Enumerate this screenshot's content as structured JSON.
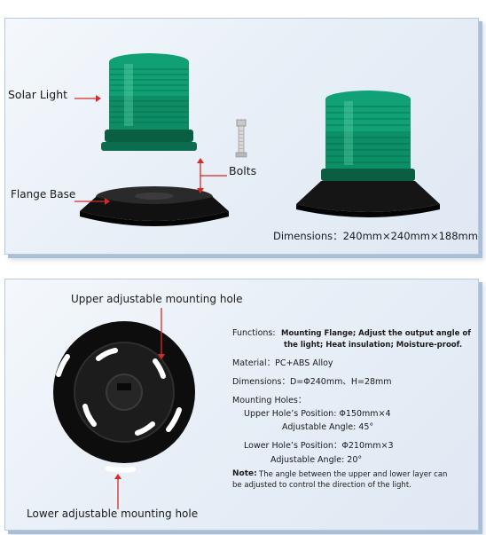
{
  "top_panel": {
    "labels": {
      "solar_light": "Solar Light",
      "bolts": "Bolts",
      "flange_base": "Flange Base"
    },
    "dimensions": "Dimensions：240mm×240mm×188mm"
  },
  "bottom_panel": {
    "labels": {
      "upper_hole": "Upper adjustable mounting hole",
      "lower_hole": "Lower adjustable mounting hole"
    },
    "specs": {
      "functions_label": "Functions:",
      "functions_line1": "Mounting Flange; Adjust the output angle of",
      "functions_line2": "the light; Heat insulation; Moisture-proof.",
      "material": "Material：PC+ABS Alloy",
      "dimensions": "Dimensions：D=Φ240mm、H=28mm",
      "mounting_holes": "Mounting Holes：",
      "upper_position": "Upper  Hole’s Position: Φ150mm×4",
      "upper_angle": "Adjustable Angle:   45°",
      "lower_position": "Lower  Hole’s Position：Φ210mm×3",
      "lower_angle": "Adjustable Angle:   20°",
      "note_label": "Note:",
      "note_line1": "The angle between the upper and lower layer can",
      "note_line2": "be adjusted to control the direction of the light."
    }
  },
  "colors": {
    "lamp_green": "#0f9a6f",
    "base_black": "#111111",
    "arrow_red": "#d42a2a",
    "panel_border": "#a9bfd8"
  }
}
